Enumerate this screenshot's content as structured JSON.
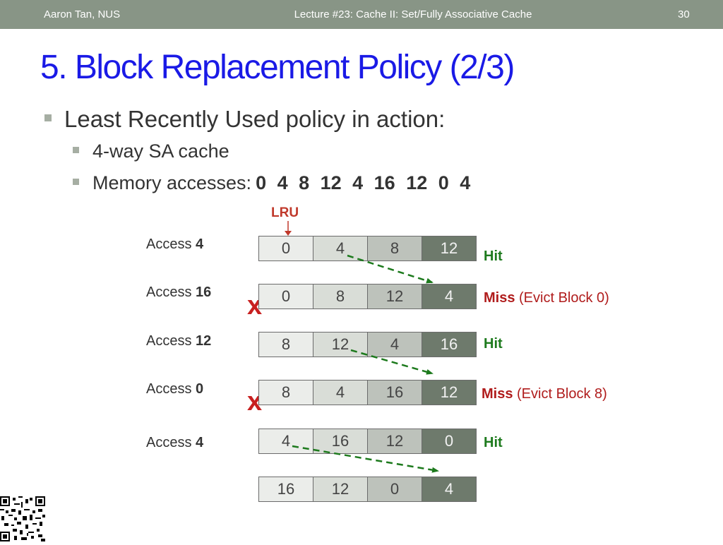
{
  "header": {
    "author": "Aaron Tan, NUS",
    "lecture": "Lecture #23: Cache II: Set/Fully Associative Cache",
    "page": "30"
  },
  "title": "5. Block Replacement Policy (2/3)",
  "bullets": {
    "main": "Least Recently Used policy in action:",
    "sub1": "4-way SA cache",
    "sub2_label": "Memory accesses:",
    "sub2_sequence": "0 4 8 12 4 16 12 0 4"
  },
  "lru_label": "LRU",
  "evict_mark": "x",
  "rows": [
    {
      "access_prefix": "Access",
      "access_value": "4",
      "cells": [
        "0",
        "4",
        "8",
        "12"
      ],
      "result_main": "Hit",
      "result_detail": ""
    },
    {
      "access_prefix": "Access",
      "access_value": "16",
      "cells": [
        "0",
        "8",
        "12",
        "4"
      ],
      "result_main": "Miss",
      "result_detail": " (Evict Block 0)"
    },
    {
      "access_prefix": "Access",
      "access_value": "12",
      "cells": [
        "8",
        "12",
        "4",
        "16"
      ],
      "result_main": "Hit",
      "result_detail": ""
    },
    {
      "access_prefix": "Access",
      "access_value": "0",
      "cells": [
        "8",
        "4",
        "16",
        "12"
      ],
      "result_main": "Miss",
      "result_detail": " (Evict Block 8)"
    },
    {
      "access_prefix": "Access",
      "access_value": "4",
      "cells": [
        "4",
        "16",
        "12",
        "0"
      ],
      "result_main": "Hit",
      "result_detail": ""
    }
  ],
  "final_cells": [
    "16",
    "12",
    "0",
    "4"
  ],
  "colors": {
    "header_bg": "#889586",
    "title": "#1a1ae6",
    "hit": "#1d7a1d",
    "miss": "#b01c1c",
    "arrow": "#1d7a1d"
  }
}
